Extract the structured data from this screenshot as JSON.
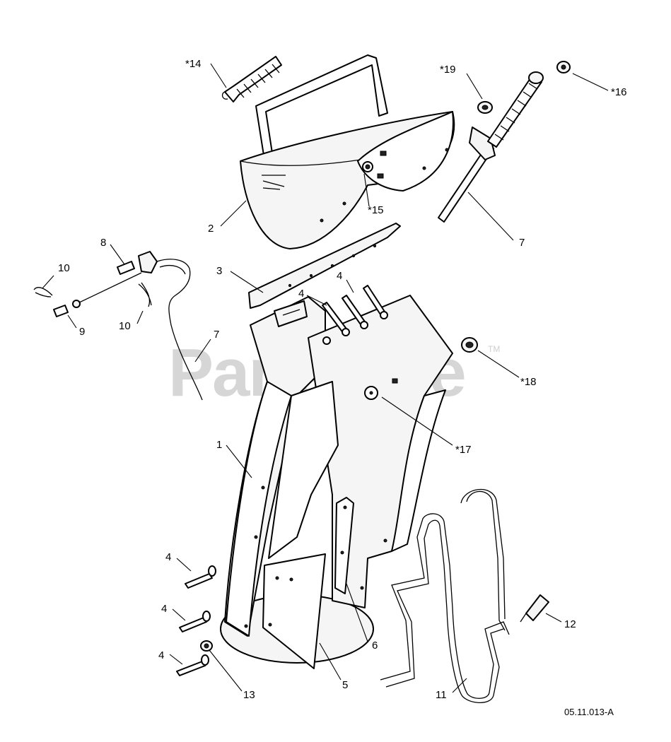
{
  "watermark": {
    "text": "PartsTree",
    "trademark": "TM"
  },
  "drawing_code": "05.11.013-A",
  "callouts": {
    "c14": "*14",
    "c19": "*19",
    "c16": "*16",
    "c15": "*15",
    "c2": "2",
    "c7_top": "7",
    "c8": "8",
    "c10_a": "10",
    "c9": "9",
    "c10_b": "10",
    "c3": "3",
    "c4_a": "4",
    "c4_b": "4",
    "c7_mid": "7",
    "c18": "*18",
    "c1": "1",
    "c17": "*17",
    "c4_c": "4",
    "c4_d": "4",
    "c4_e": "4",
    "c13": "13",
    "c5": "5",
    "c6": "6",
    "c12": "12",
    "c11": "11"
  }
}
